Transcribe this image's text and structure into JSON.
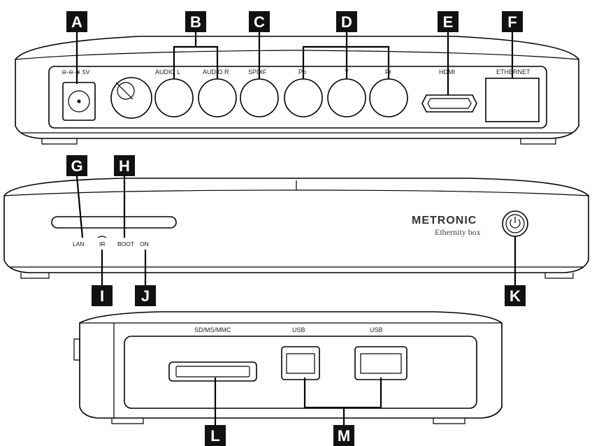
{
  "badges": {
    "A": "A",
    "B": "B",
    "C": "C",
    "D": "D",
    "E": "E",
    "F": "F",
    "G": "G",
    "H": "H",
    "I": "I",
    "J": "J",
    "K": "K",
    "L": "L",
    "M": "M"
  },
  "rear_panel": {
    "power_label": "5V",
    "audio_l": "AUDIO L",
    "audio_r": "AUDIO R",
    "spdif": "SPDIF",
    "pb": "Pb",
    "y": "Y",
    "pr": "Pr",
    "hdmi": "HDMI",
    "ethernet": "ETHERNET"
  },
  "front_panel": {
    "lan": "LAN",
    "ir": "IR",
    "boot": "BOOT",
    "on": "ON",
    "brand": "METRONIC",
    "model": "Ethernity box",
    "power_icon": "power-icon"
  },
  "side_panel": {
    "card": "SD/MS/MMC",
    "usb1": "USB",
    "usb2": "USB"
  },
  "colors": {
    "badge": "#111111",
    "line": "#000000"
  }
}
